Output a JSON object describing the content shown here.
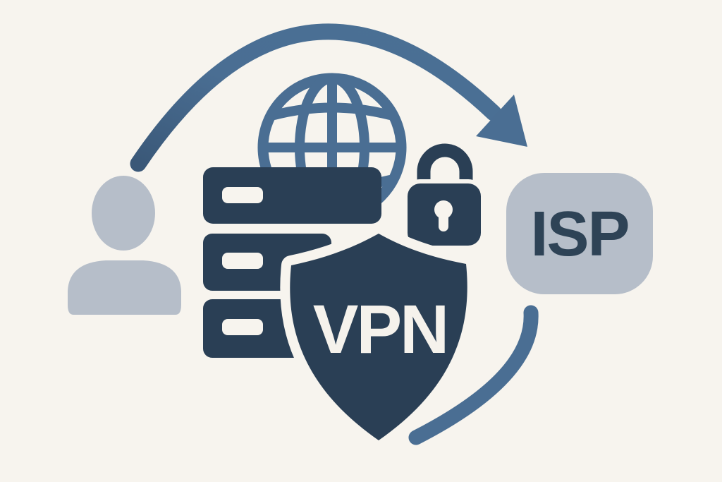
{
  "illustration": {
    "labels": {
      "vpn": "VPN",
      "isp": "ISP"
    },
    "colors": {
      "background": "#f7f4ee",
      "navy": "#2a3f55",
      "blue": "#4a6e93",
      "blue_dark": "#3a5878",
      "gray": "#b6bec9",
      "vpn_text": "#f5f2ec",
      "isp_text": "#2e4356"
    },
    "icons": [
      "user-icon",
      "globe-icon",
      "server-stack-icon",
      "padlock-icon",
      "vpn-shield-icon",
      "isp-badge",
      "flow-arrow-top-icon",
      "flow-arrow-bottom-icon"
    ]
  }
}
